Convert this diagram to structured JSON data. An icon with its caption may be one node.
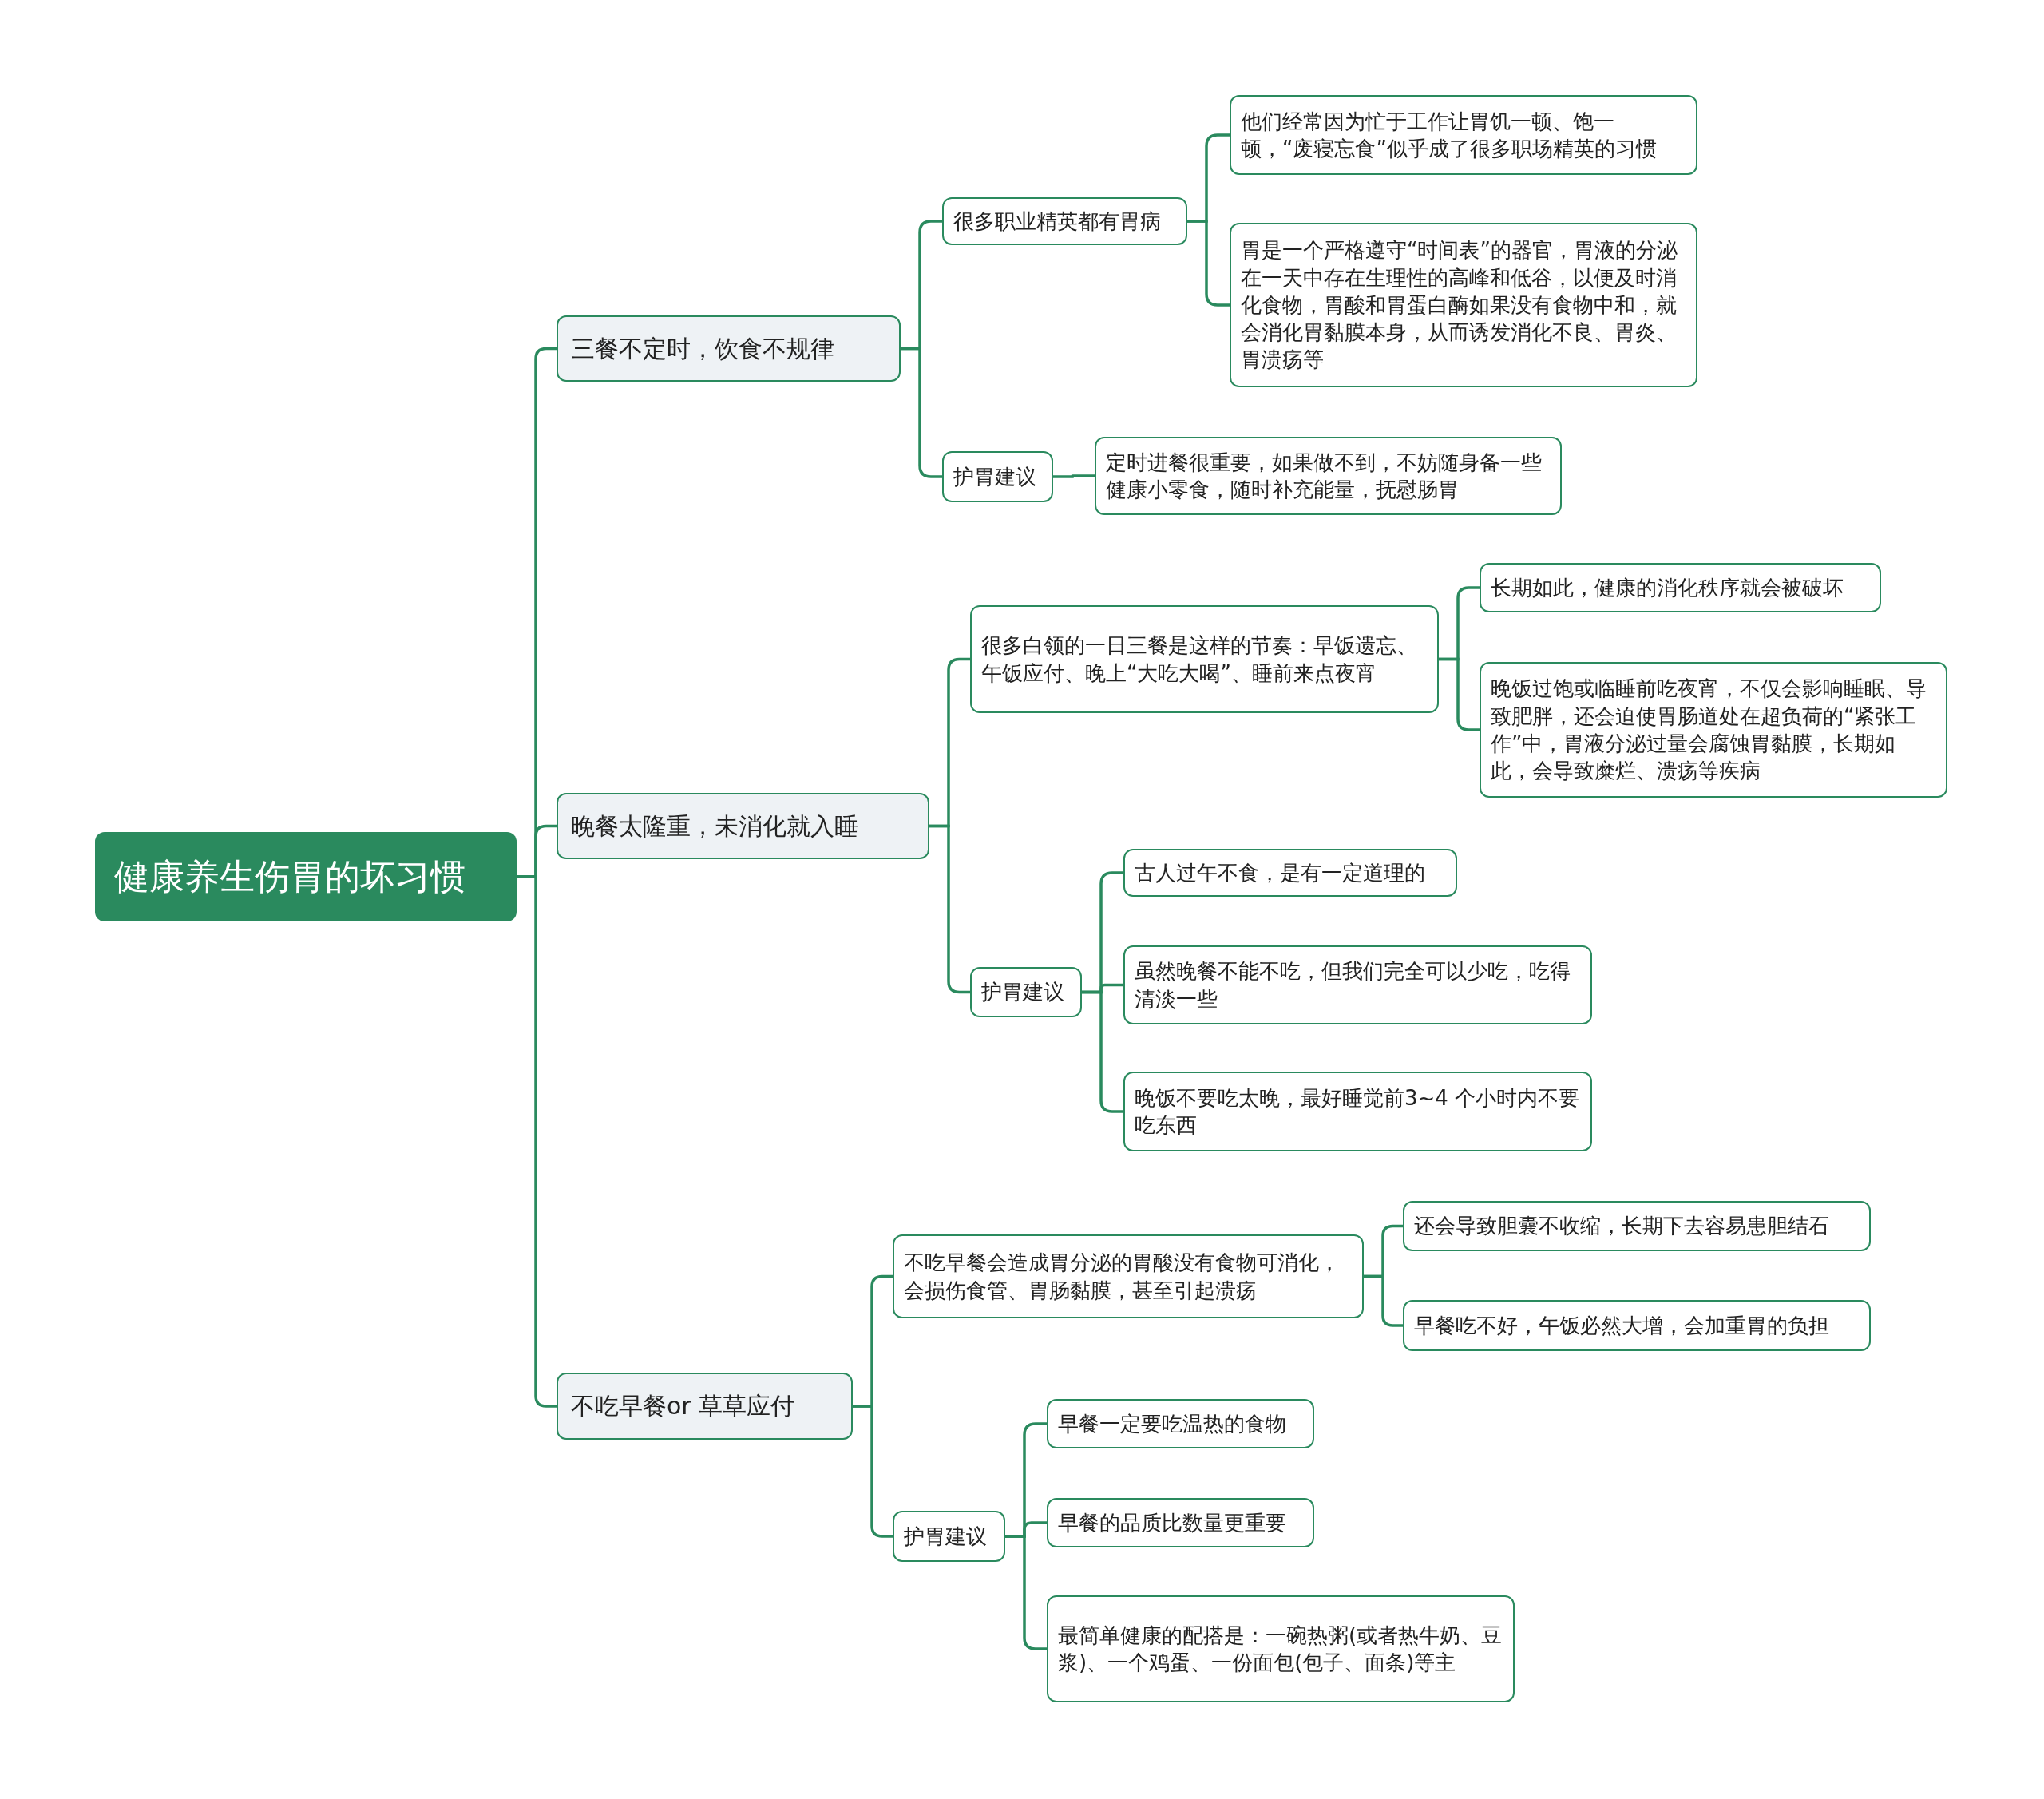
{
  "diagram": {
    "nodes": [
      {
        "text": [
          "健康养生伤胃的坏习惯"
        ]
      },
      {
        "text": [
          "三餐不定时，饮食不规律"
        ]
      },
      {
        "text": [
          "很多职业精英都有胃病"
        ]
      },
      {
        "text": [
          "他们经常因为忙于工作让胃饥一顿、饱一顿，“废寝忘食”似乎成了很多职场精英的习惯"
        ]
      },
      {
        "text": [
          "胃是一个严格遵守“时间表”的器官，胃液的分泌在一天中存在生理性的高峰和低谷，以便及时消化食物，胃酸和胃蛋白酶如果没有食物中和，就会消化胃黏膜本身，从而诱发消化不良、胃炎、胃溃疡等"
        ]
      },
      {
        "text": [
          "护胃建议"
        ]
      },
      {
        "text": [
          "定时进餐很重要，如果做不到，不妨随身备一些健康小零食，随时补充能量，抚慰肠胃"
        ]
      },
      {
        "text": [
          "晚餐太隆重，未消化就入睡"
        ]
      },
      {
        "text": [
          "很多白领的一日三餐是这样的节奏：早饭遗忘、午饭应付、晚上“大吃大喝”、睡前来点夜宵"
        ]
      },
      {
        "text": [
          "长期如此，健康的消化秩序就会被破坏"
        ]
      },
      {
        "text": [
          "晚饭过饱或临睡前吃夜宵，不仅会影响睡眠、导致肥胖，还会迫使胃肠道处在超负荷的“紧张工作”中，胃液分泌过量会腐蚀胃黏膜，长期如此，会导致糜烂、溃疡等疾病"
        ]
      },
      {
        "text": [
          "护胃建议"
        ]
      },
      {
        "text": [
          "古人过午不食，是有一定道理的"
        ]
      },
      {
        "text": [
          "虽然晚餐不能不吃，但我们完全可以少吃，吃得清淡一些"
        ]
      },
      {
        "text": [
          "晚饭不要吃太晚，最好睡觉前3~4 个小时内不要吃东西"
        ]
      },
      {
        "text": [
          "不吃早餐or 草草应付"
        ]
      },
      {
        "text": [
          "不吃早餐会造成胃分泌的胃酸没有食物可消化，会损伤食管、胃肠黏膜，甚至引起溃疡"
        ]
      },
      {
        "text": [
          "还会导致胆囊不收缩，长期下去容易患胆结石"
        ]
      },
      {
        "text": [
          "早餐吃不好，午饭必然大增，会加重胃的负担"
        ]
      },
      {
        "text": [
          "护胃建议"
        ]
      },
      {
        "text": [
          "早餐一定要吃温热的食物"
        ]
      },
      {
        "text": [
          "早餐的品质比数量更重要"
        ]
      },
      {
        "text": [
          "最简单健康的配搭是：一碗热粥(或者热牛奶、豆浆)、一个鸡蛋、一份面包(包子、面条)等主"
        ]
      }
    ],
    "edges": [
      {
        "from": 0,
        "to": 1,
        "arrow": "none"
      },
      {
        "from": 1,
        "to": 2,
        "arrow": "none"
      },
      {
        "from": 2,
        "to": 3,
        "arrow": "none"
      },
      {
        "from": 2,
        "to": 4,
        "arrow": "none"
      },
      {
        "from": 1,
        "to": 5,
        "arrow": "none"
      },
      {
        "from": 5,
        "to": 6,
        "arrow": "none"
      },
      {
        "from": 0,
        "to": 7,
        "arrow": "none"
      },
      {
        "from": 7,
        "to": 8,
        "arrow": "none"
      },
      {
        "from": 8,
        "to": 9,
        "arrow": "none"
      },
      {
        "from": 8,
        "to": 10,
        "arrow": "none"
      },
      {
        "from": 7,
        "to": 11,
        "arrow": "none"
      },
      {
        "from": 11,
        "to": 12,
        "arrow": "none"
      },
      {
        "from": 11,
        "to": 13,
        "arrow": "none"
      },
      {
        "from": 11,
        "to": 14,
        "arrow": "none"
      },
      {
        "from": 0,
        "to": 15,
        "arrow": "none"
      },
      {
        "from": 15,
        "to": 16,
        "arrow": "none"
      },
      {
        "from": 16,
        "to": 17,
        "arrow": "none"
      },
      {
        "from": 16,
        "to": 18,
        "arrow": "none"
      },
      {
        "from": 15,
        "to": 19,
        "arrow": "none"
      },
      {
        "from": 19,
        "to": 20,
        "arrow": "none"
      },
      {
        "from": 19,
        "to": 21,
        "arrow": "none"
      },
      {
        "from": 19,
        "to": 22,
        "arrow": "none"
      }
    ]
  }
}
